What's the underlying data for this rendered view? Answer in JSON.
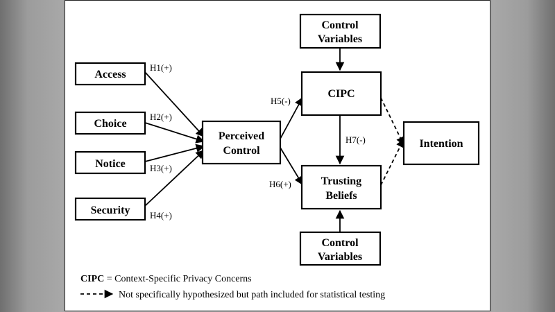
{
  "nodes": {
    "access": "Access",
    "choice": "Choice",
    "notice": "Notice",
    "security": "Security",
    "perceived_control": [
      "Perceived",
      "Control"
    ],
    "cipc": "CIPC",
    "trusting_beliefs": [
      "Trusting",
      "Beliefs"
    ],
    "control_variables_top": [
      "Control",
      "Variables"
    ],
    "control_variables_bottom": [
      "Control",
      "Variables"
    ],
    "intention": "Intention"
  },
  "hypotheses": {
    "h1": "H1(+)",
    "h2": "H2(+)",
    "h3": "H3(+)",
    "h4": "H4(+)",
    "h5": "H5(-)",
    "h6": "H6(+)",
    "h7": "H7(-)"
  },
  "legend": {
    "abbr": "CIPC",
    "abbr_def": " = Context-Specific Privacy Concerns",
    "dashed_desc": "Not specifically hypothesized but path included for statistical testing"
  }
}
